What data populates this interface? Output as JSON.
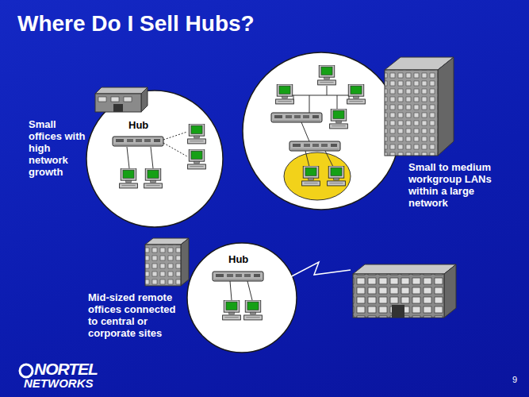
{
  "diagram": {
    "title": "Where Do I Sell Hubs?",
    "nodes": [
      {
        "text": [
          "Small offices with high network growth",
          "Hub"
        ]
      },
      {
        "text": [
          "Small to medium workgroup LANs within a large network"
        ]
      },
      {
        "text": [
          "Hub",
          "Mid-sized remote offices connected to central or corporate sites"
        ]
      }
    ],
    "labels": [
      "NORTEL",
      "NETWORKS",
      "9"
    ]
  }
}
